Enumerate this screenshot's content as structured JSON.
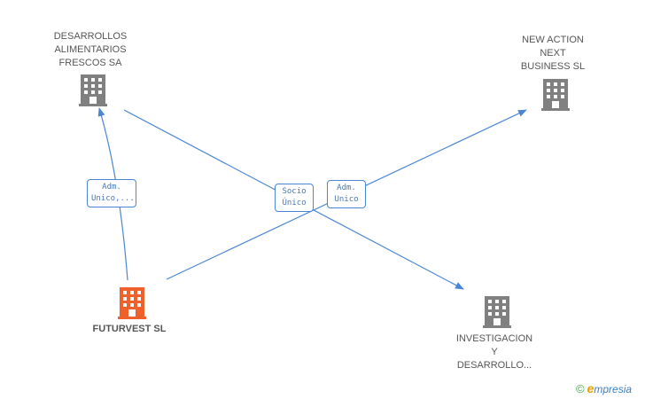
{
  "nodes": {
    "desarrollos": {
      "label": "DESARROLLOS\nALIMENTARIOS\nFRESCOS SA"
    },
    "newaction": {
      "label": "NEW ACTION\nNEXT\nBUSINESS SL"
    },
    "futurvest": {
      "label": "FUTURVEST SL"
    },
    "investigacion": {
      "label": "INVESTIGACION\nY\nDESARROLLO..."
    }
  },
  "edges": {
    "adm_unico_1": {
      "label": "Adm.\nUnico,..."
    },
    "socio_unico": {
      "label": "Socio\nÚnico"
    },
    "adm_unico_2": {
      "label": "Adm.\nUnico"
    }
  },
  "colors": {
    "edge": "#4a86d4",
    "building_gray": "#808080",
    "building_focus": "#f0602a"
  },
  "brand": {
    "copyright": "©",
    "e": "e",
    "rest": "mpresia"
  }
}
